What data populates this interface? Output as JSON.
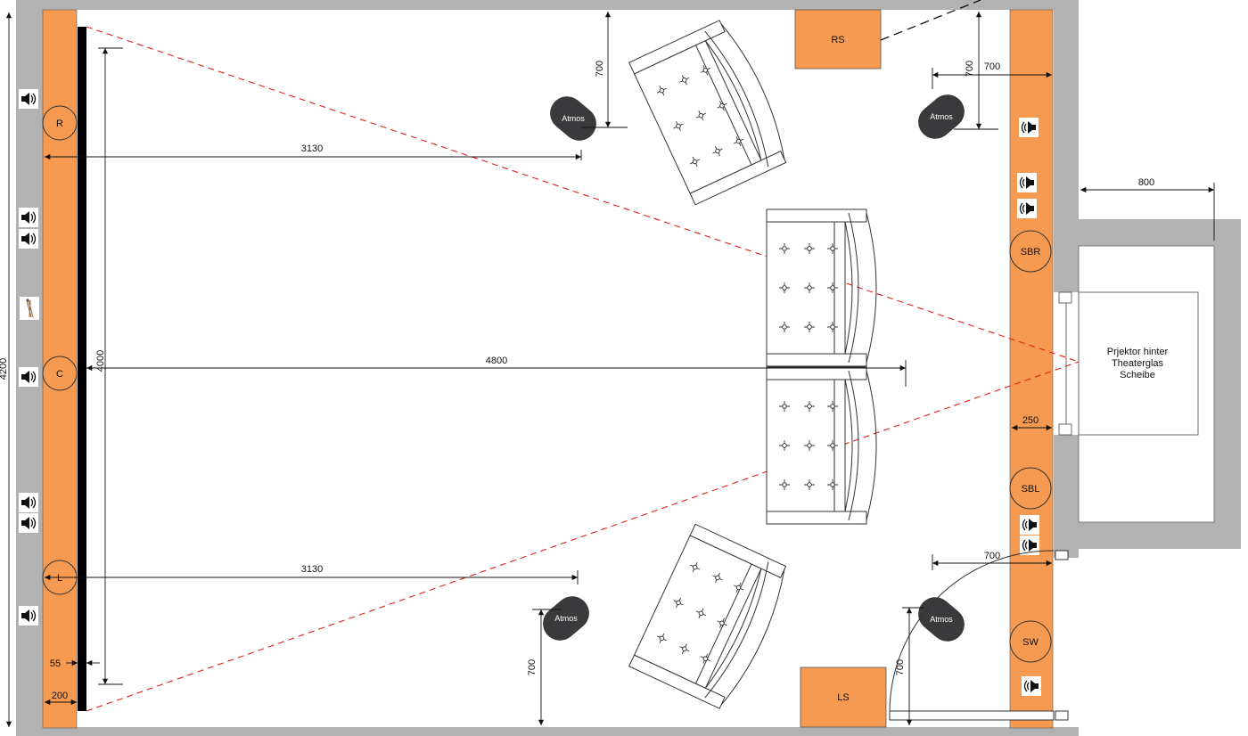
{
  "colors": {
    "wall": "#b2b2b2",
    "panel": "#f59a50",
    "screen": "#000000",
    "sight_line": "#e8201a",
    "atmos": "#3a3a3c",
    "line": "#222222"
  },
  "dimensions": {
    "room_height": "4200",
    "screen_width": "4000",
    "view_distance": "4800",
    "front_right_distance": "3130",
    "front_left_distance": "3130",
    "atmos_top_left_offset": "700",
    "atmos_top_right_offset": "700",
    "back_top_offset": "700",
    "booth_depth": "800",
    "back_panel_depth": "250",
    "back_bottom_offset": "700",
    "atmos_bottom_left_offset": "700",
    "atmos_bottom_right_offset": "700",
    "screen_gap": "55",
    "front_panel_depth": "200"
  },
  "speakers": {
    "right": "R",
    "center": "C",
    "left": "L",
    "rear_right": "RS",
    "rear_left": "LS",
    "surround_back_right": "SBR",
    "surround_back_left": "SBL",
    "subwoofer": "SW",
    "atmos_label": "Atmos"
  },
  "booth": {
    "label_line1": "Prjektor hinter",
    "label_line2": "Theaterglas",
    "label_line3": "Scheibe"
  },
  "icons": {
    "speaker": "speaker-icon",
    "microphone": "microphone-icon"
  }
}
